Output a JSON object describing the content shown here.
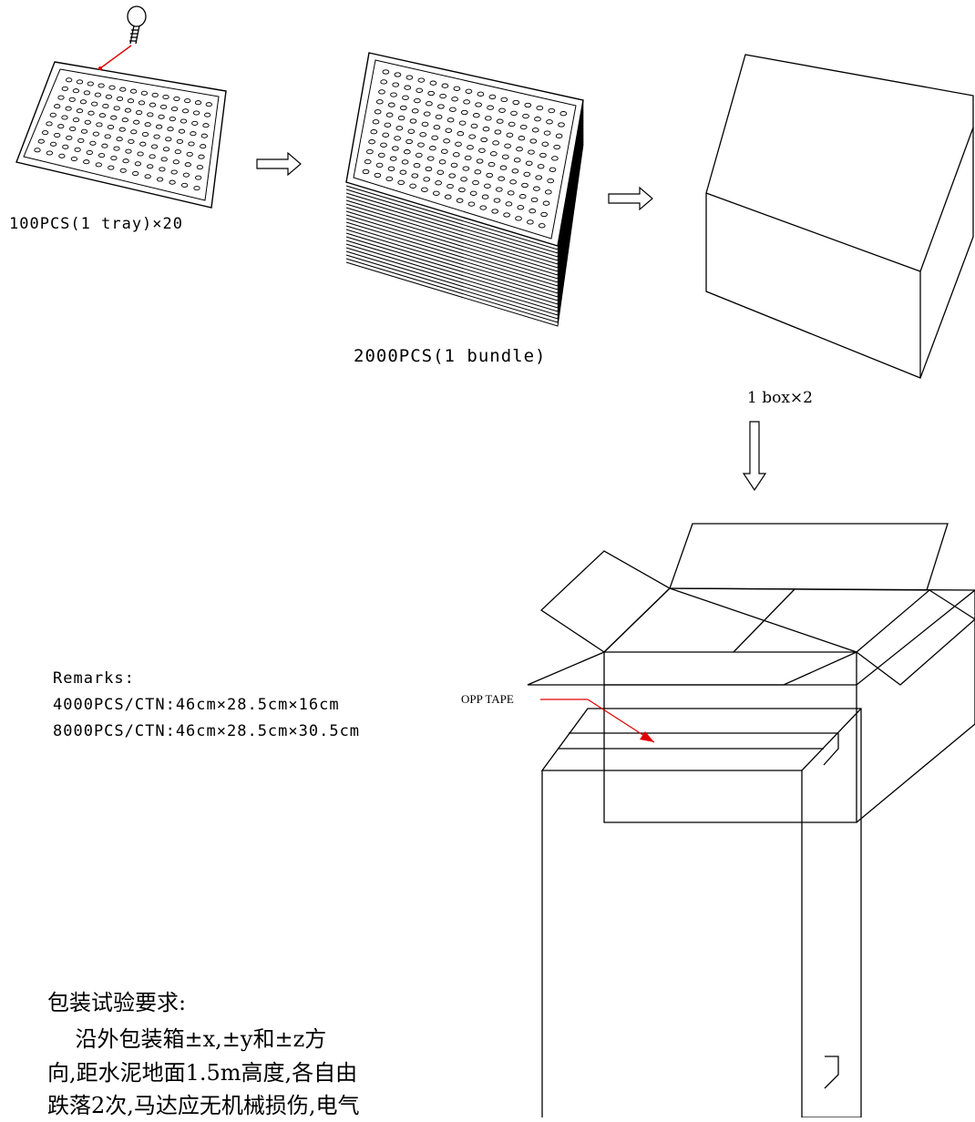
{
  "labels": {
    "tray": "100PCS(1 tray)×20",
    "bundle": "2000PCS(1 bundle)",
    "box": "1 box×2",
    "opp_tape": "OPP TAPE"
  },
  "remarks": {
    "title": "Remarks:",
    "line1": "4000PCS/CTN:46cm×28.5cm×16cm",
    "line2": "8000PCS/CTN:46cm×28.5cm×30.5cm"
  },
  "test_requirements": {
    "title": "包装试验要求:",
    "line1": "    沿外包装箱±x,±y和±z方",
    "line2": "向,距水泥地面1.5m高度,各自由",
    "line3": "跌落2次,马达应无机械损伤,电气"
  },
  "colors": {
    "line": "#000000",
    "leader": "#e00000"
  }
}
